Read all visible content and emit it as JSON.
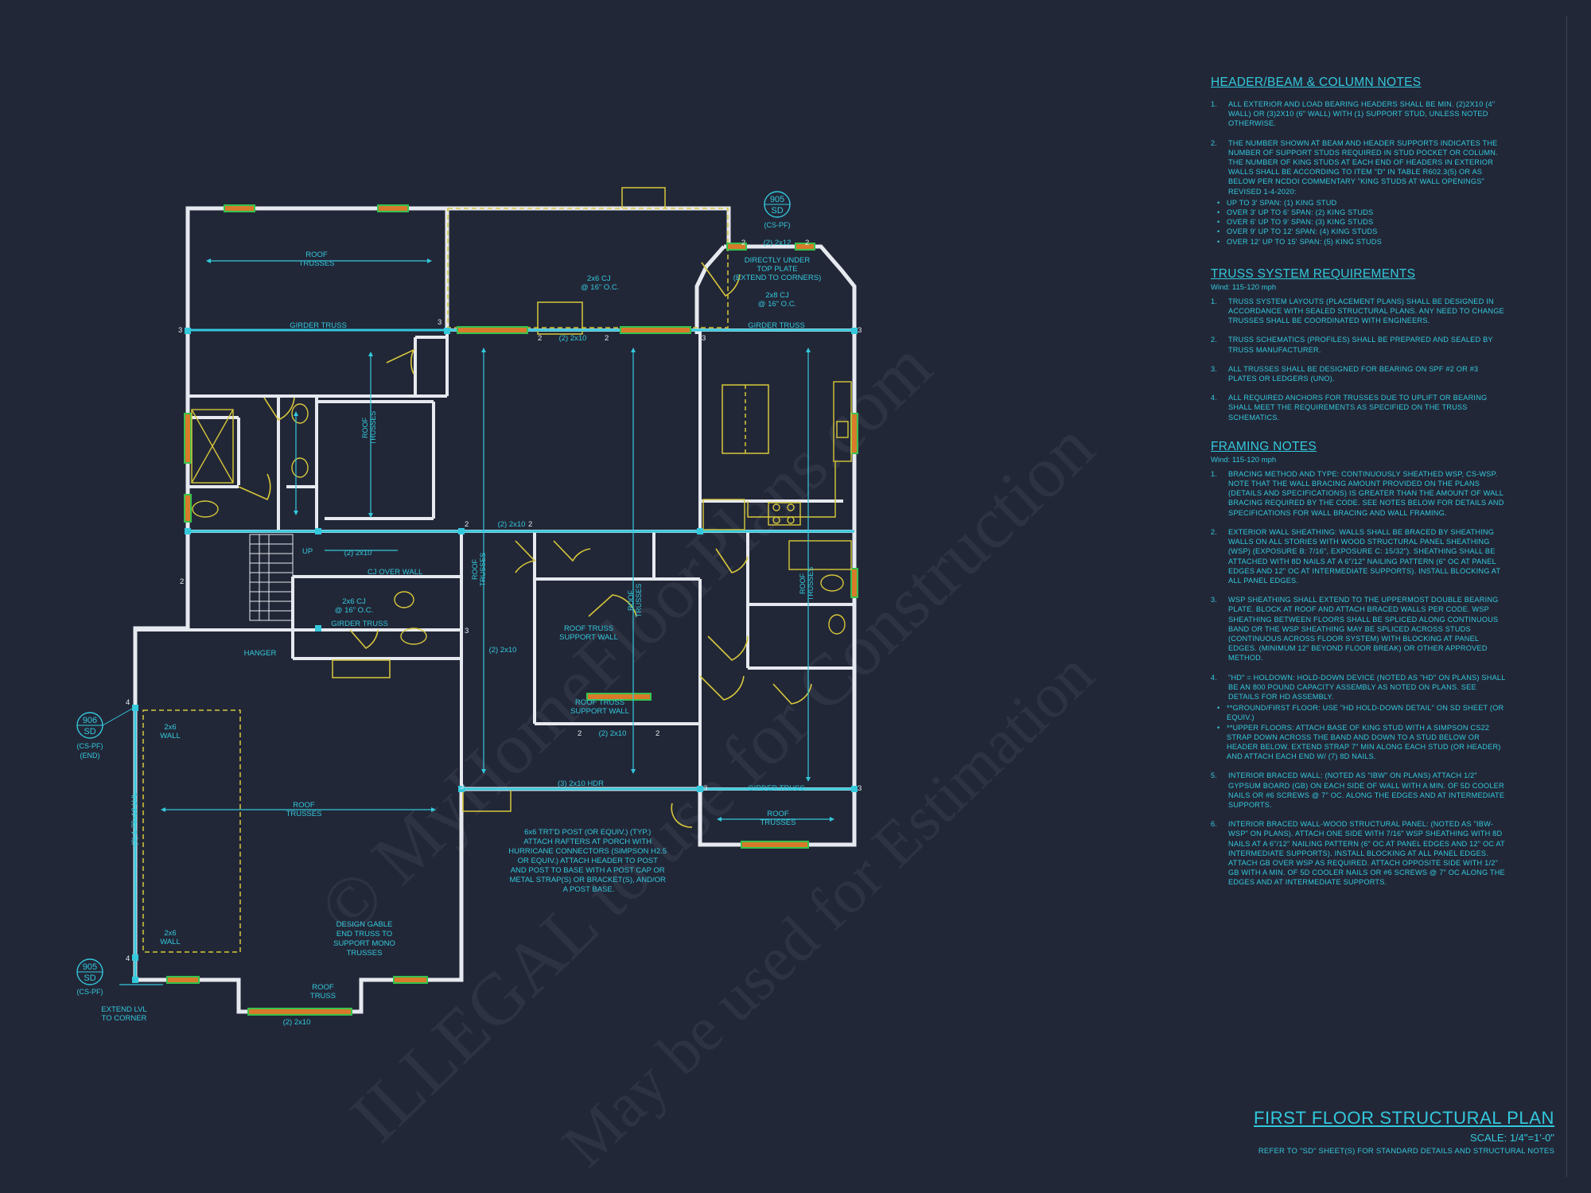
{
  "plan": {
    "labels": {
      "roof_trusses": "ROOF\nTRUSSES",
      "girder_truss": "GIRDER TRUSS",
      "header_2x10": "(2) 2x10",
      "header_2x12": "(2) 2x12",
      "header_3_2x10_hdr": "(3) 2x10 HDR",
      "cj_2x6": "2x6 CJ\n@ 16\" O.C.",
      "directly_under": "DIRECTLY UNDER\nTOP PLATE\n(EXTEND TO CORNERS)",
      "cj_2x8": "2x8 CJ\n@ 16\" O.C.",
      "cj_over_wall": "CJ OVER WALL",
      "cj_2x6_small": "2x6 CJ\n@ 16\" O.C.",
      "roof_truss_support_wall": "ROOF TRUSS\nSUPPORT WALL",
      "hanger": "HANGER",
      "wall_2x6": "2x6\nWALL",
      "lvl": "(3) 1.75x18 LVL",
      "post_note": "6x6 TRT'D POST (OR EQUIV.) (TYP.)\nATTACH RAFTERS AT PORCH WITH\nHURRICANE CONNECTORS (SIMPSON H2.5\nOR EQUIV.) ATTACH HEADER TO POST\nAND POST TO BASE WITH A POST CAP OR\nMETAL STRAP(S) OR BRACKET(S), AND/OR\nA POST BASE.",
      "design_gable": "DESIGN GABLE\nEND TRUSS TO\nSUPPORT MONO\nTRUSSES",
      "extend_lvl": "EXTEND LVL\nTO CORNER",
      "up": "UP",
      "girder_truss_small": "GIRDER TRUSS",
      "roof_truss_small": "ROOF\nTRUSS",
      "roof_trusses_vertical": "ROOF\nTRUSSES"
    },
    "callouts": {
      "c1": {
        "top": "905",
        "bottom": "SD",
        "tag": "(CS-PF)"
      },
      "c2": {
        "top": "906",
        "bottom": "SD",
        "tag": "(CS-PF)\n(END)"
      },
      "c3": {
        "top": "905",
        "bottom": "SD",
        "tag": "(CS-PF)"
      }
    },
    "numbers": {
      "n2": "2",
      "n3": "3",
      "n4": "4"
    }
  },
  "notes": {
    "header_beam": {
      "title": "HEADER/BEAM & COLUMN NOTES",
      "items": [
        {
          "num": "1.",
          "text": "ALL EXTERIOR AND LOAD BEARING HEADERS SHALL BE MIN. (2)2x10 (4\" WALL) OR (3)2x10 (6\" WALL) WITH (1) SUPPORT STUD, UNLESS NOTED OTHERWISE."
        },
        {
          "num": "2.",
          "text": "THE NUMBER SHOWN AT BEAM AND HEADER SUPPORTS INDICATES THE NUMBER OF SUPPORT STUDS REQUIRED IN STUD POCKET OR COLUMN. THE NUMBER OF KING STUDS AT EACH END OF HEADERS IN EXTERIOR WALLS SHALL BE ACCORDING TO ITEM \"d\" IN TABLE R602.3(5) OR AS BELOW PER NCDOI COMMENTARY \"KING STUDS AT WALL OPENINGS\" REVISED 1-4-2020:"
        }
      ],
      "bullets": [
        "UP TO 3' SPAN: (1) KING STUD",
        "OVER 3' UP TO 6' SPAN: (2) KING STUDS",
        "OVER 6' UP TO 9' SPAN: (3) KING STUDS",
        "OVER 9' UP TO 12' SPAN: (4) KING STUDS",
        "OVER 12' UP TO 15' SPAN: (5) KING STUDS"
      ]
    },
    "truss": {
      "title": "TRUSS SYSTEM REQUIREMENTS",
      "sub": "Wind: 115-120 mph",
      "items": [
        {
          "num": "1.",
          "text": "TRUSS SYSTEM LAYOUTS (PLACEMENT PLANS) SHALL BE DESIGNED IN ACCORDANCE WITH SEALED STRUCTURAL PLANS. ANY NEED TO CHANGE TRUSSES SHALL BE COORDINATED WITH ENGINEERS."
        },
        {
          "num": "2.",
          "text": "TRUSS SCHEMATICS (PROFILES) SHALL BE PREPARED AND SEALED BY TRUSS MANUFACTURER."
        },
        {
          "num": "3.",
          "text": "ALL TRUSSES SHALL BE DESIGNED FOR BEARING ON SPF #2 OR #3 PLATES OR LEDGERS (UNO)."
        },
        {
          "num": "4.",
          "text": "ALL REQUIRED ANCHORS FOR TRUSSES DUE TO UPLIFT OR BEARING SHALL MEET THE REQUIREMENTS AS SPECIFIED ON THE TRUSS SCHEMATICS."
        }
      ]
    },
    "framing": {
      "title": "FRAMING NOTES",
      "sub": "Wind: 115-120 mph",
      "items": [
        {
          "num": "1.",
          "text": "BRACING METHOD AND TYPE: CONTINUOUSLY SHEATHED WSP, CS-WSP. NOTE THAT THE WALL BRACING AMOUNT PROVIDED ON THE PLANS (DETAILS AND SPECIFICATIONS) IS GREATER THAN THE AMOUNT OF WALL BRACING REQUIRED BY THE CODE. SEE NOTES BELOW FOR DETAILS AND SPECIFICATIONS FOR WALL BRACING AND WALL FRAMING."
        },
        {
          "num": "2.",
          "text": "EXTERIOR WALL SHEATHING: WALLS SHALL BE BRACED BY SHEATHING WALLS ON ALL STORIES WITH WOOD STRUCTURAL PANEL SHEATHING (WSP) (EXPOSURE B: 7/16\", EXPOSURE C: 15/32\"). SHEATHING SHALL BE ATTACHED WITH 8d NAILS AT A 6\"/12\" NAILING PATTERN (6\" OC AT PANEL EDGES AND 12\" OC AT INTERMEDIATE SUPPORTS). INSTALL BLOCKING AT ALL PANEL EDGES."
        },
        {
          "num": "3.",
          "text": "WSP SHEATHING SHALL EXTEND TO THE UPPERMOST DOUBLE BEARING PLATE. BLOCK AT ROOF AND ATTACH BRACED WALLS PER CODE. WSP SHEATHING BETWEEN FLOORS SHALL BE SPLICED ALONG CONTINUOUS BAND OR THE WSP SHEATHING MAY BE SPLICED ACROSS STUDS (CONTINUOUS ACROSS FLOOR SYSTEM) WITH BLOCKING AT PANEL EDGES. (MINIMUM 12\" BEYOND FLOOR BREAK) OR OTHER APPROVED METHOD."
        },
        {
          "num": "4.",
          "text": "\"HD\" = HOLDOWN: HOLD-DOWN DEVICE (NOTED AS \"HD\" ON PLANS) SHALL BE AN 800 POUND CAPACITY ASSEMBLY AS NOTED ON PLANS. SEE DETAILS FOR HD ASSEMBLY."
        }
      ],
      "bullets4": [
        "**GROUND/FIRST FLOOR: USE \"HD HOLD-DOWN DETAIL\" ON SD SHEET (OR EQUIV.)",
        "**UPPER FLOORS: ATTACH BASE OF KING STUD WITH A SIMPSON CS22 STRAP DOWN ACROSS THE BAND AND DOWN TO A STUD BELOW OR HEADER BELOW. EXTEND STRAP 7\" MIN ALONG EACH STUD (OR HEADER) AND ATTACH EACH END W/ (7) 8d NAILS."
      ],
      "items2": [
        {
          "num": "5.",
          "text": "INTERIOR BRACED WALL: (NOTED AS \"IBW\" ON PLANS) ATTACH 1/2\" GYPSUM BOARD (GB) ON EACH SIDE OF WALL WITH A MIN. OF 5d COOLER NAILS OR #6 SCREWS @ 7\" OC. ALONG THE EDGES AND AT INTERMEDIATE SUPPORTS."
        },
        {
          "num": "6.",
          "text": "INTERIOR BRACED WALL-WOOD STRUCTURAL PANEL: (NOTED AS \"IBW-WSP\" ON PLANS). ATTACH ONE SIDE WITH 7/16\" WSP SHEATHING WITH 8d NAILS AT A 6\"/12\" NAILING PATTERN (6\" OC AT PANEL EDGES AND 12\" OC AT INTERMEDIATE SUPPORTS). INSTALL BLOCKING AT ALL PANEL EDGES. ATTACH GB OVER WSP AS REQUIRED. ATTACH OPPOSITE SIDE WITH 1/2\" GB WITH A MIN. OF 5d COOLER NAILS OR #6 SCREWS @ 7\" OC ALONG THE EDGES AND AT INTERMEDIATE SUPPORTS."
        }
      ]
    }
  },
  "title_block": {
    "title": "FIRST FLOOR STRUCTURAL PLAN",
    "scale": "SCALE: 1/4\"=1'-0\"",
    "ref": "REFER TO \"SD\" SHEET(S) FOR STANDARD DETAILS AND STRUCTURAL NOTES"
  },
  "watermark": {
    "line1": "© MyHomeFloorPlans.com",
    "line2": "ILLEGAL to use for Construction",
    "line3": "May be used for Estimation"
  },
  "colors": {
    "background": "#222737",
    "cyan": "#33c8dc",
    "wall": "#e6e9ef",
    "yellow": "#d8c83a",
    "green": "#37c24c",
    "orange": "#d97a2b"
  }
}
